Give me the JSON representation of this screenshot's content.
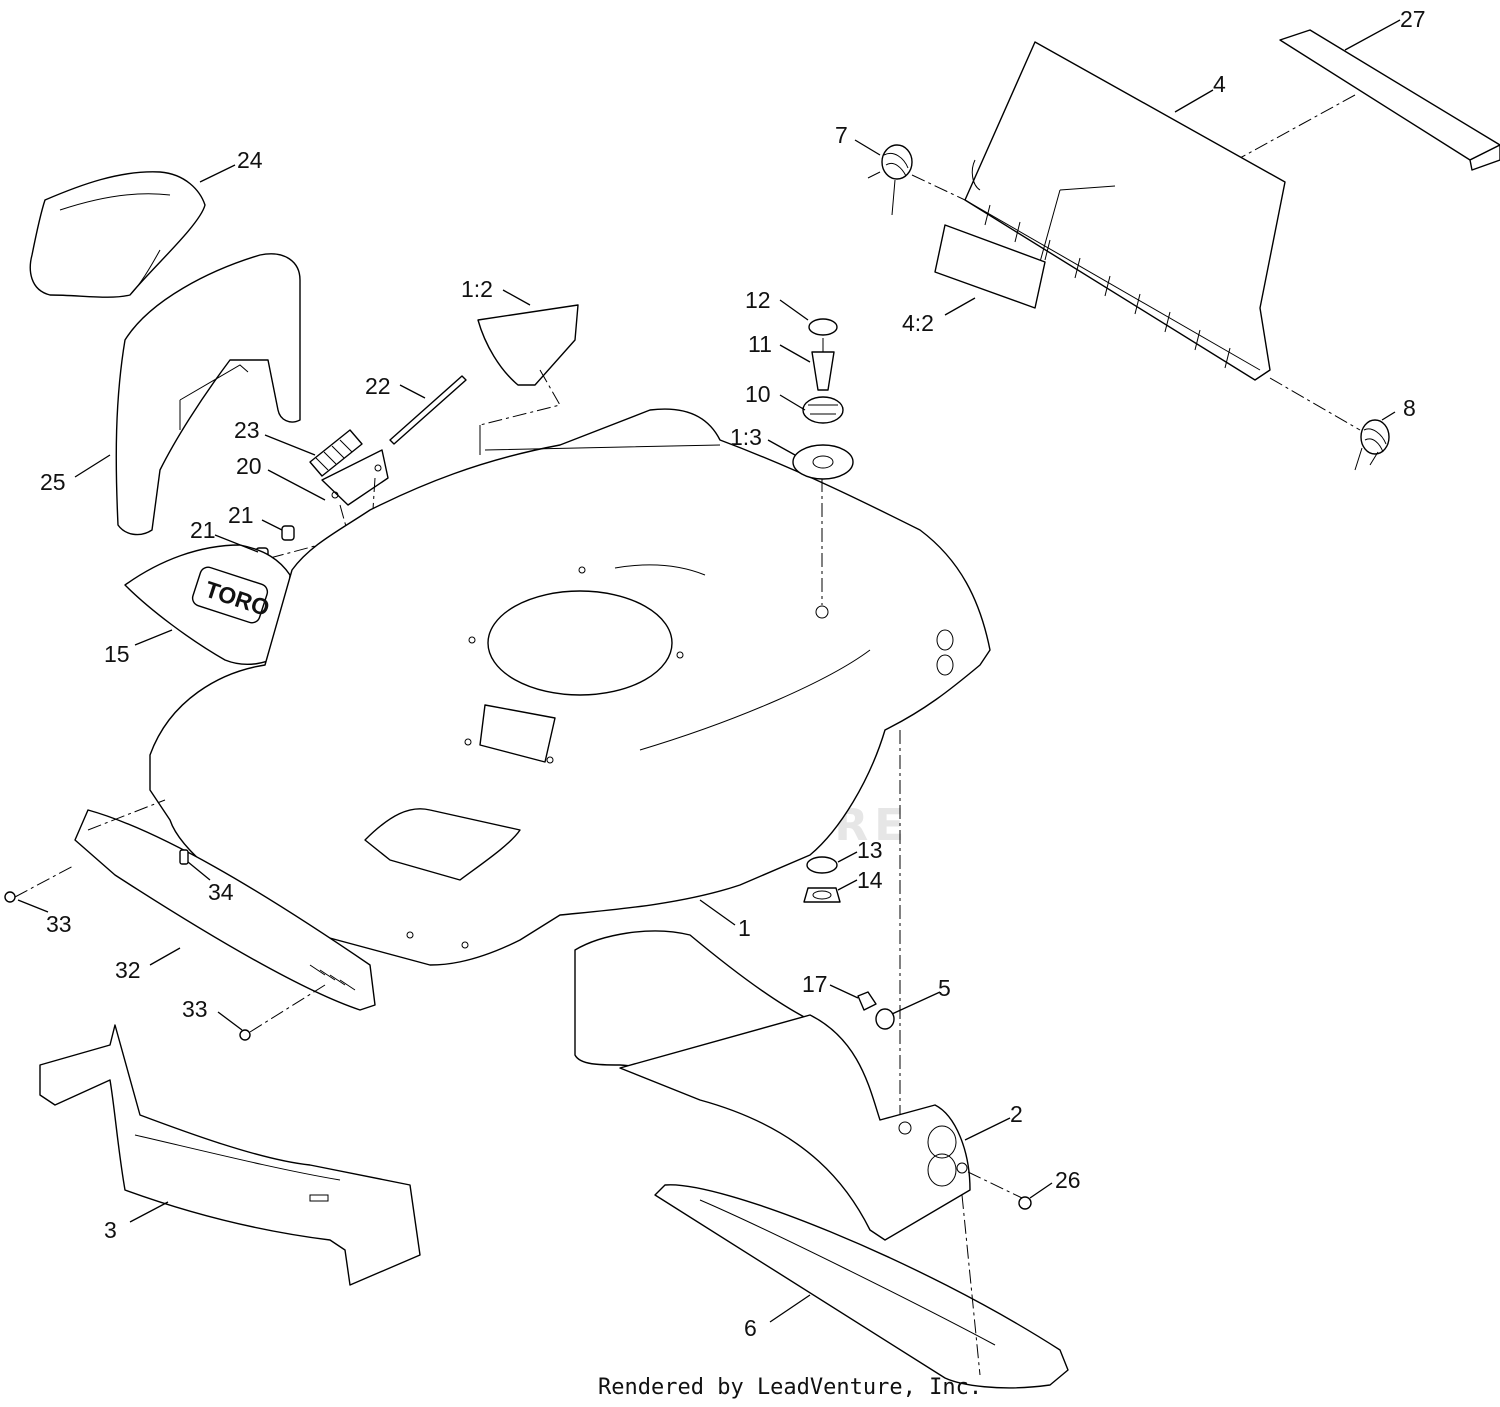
{
  "watermark": {
    "text": "LEADVENTURE",
    "color": "#e6e6e6"
  },
  "footer": {
    "credit": "Rendered by LeadVenture, Inc."
  },
  "callouts": {
    "c27": "27",
    "c4": "4",
    "c7": "7",
    "c24": "24",
    "c1_2": "1:2",
    "c12": "12",
    "c4_2": "4:2",
    "c11": "11",
    "c22": "22",
    "c10": "10",
    "c8": "8",
    "c23": "23",
    "c1_3": "1:3",
    "c25": "25",
    "c20": "20",
    "c21a": "21",
    "c21b": "21",
    "c15": "15",
    "c13": "13",
    "c14": "14",
    "c34": "34",
    "c33a": "33",
    "c1": "1",
    "c32": "32",
    "c17": "17",
    "c5": "5",
    "c33b": "33",
    "c2": "2",
    "c26": "26",
    "c3": "3",
    "c6": "6"
  },
  "logo_text": "TORO"
}
